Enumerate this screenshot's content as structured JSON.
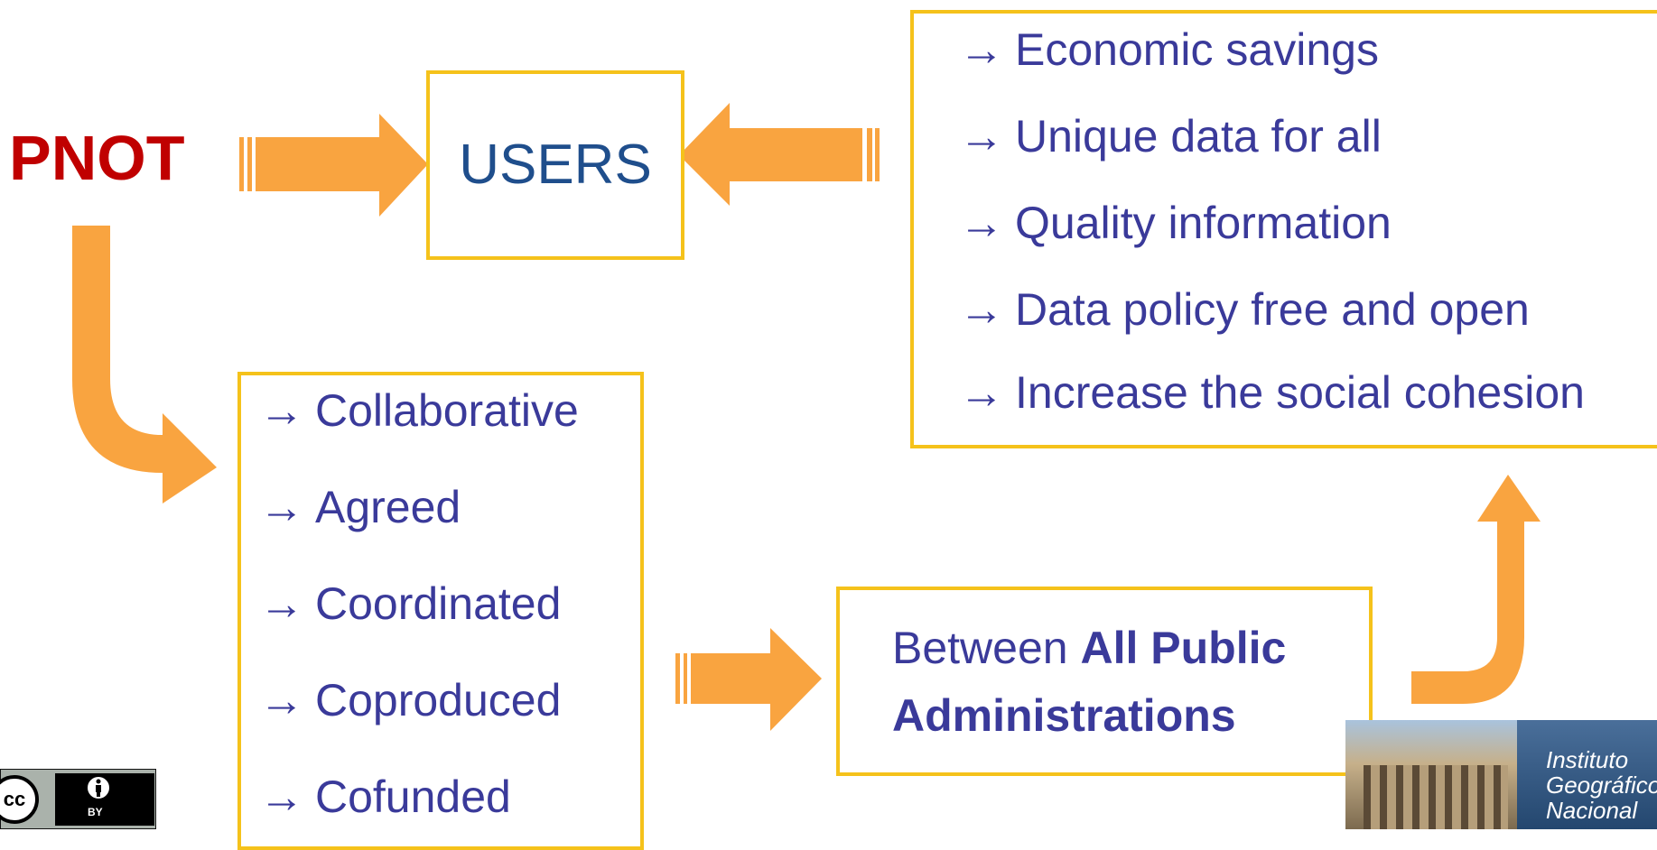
{
  "source": "PNOT",
  "target": "USERS",
  "arrow_glyph": "→",
  "characteristics": [
    "Collaborative",
    "Agreed",
    "Coordinated",
    "Coproduced",
    "Cofunded"
  ],
  "benefits": [
    "Economic savings",
    "Unique data for all",
    "Quality information",
    "Data policy free and open",
    "Increase the social cohesion"
  ],
  "between": {
    "prefix": "Between",
    "strong_line1": "All Public",
    "strong_line2": "Administrations"
  },
  "license": {
    "cc": "cc",
    "by": "BY"
  },
  "logo": {
    "line1": "Instituto",
    "line2": "Geográfico",
    "line3": "Nacional"
  },
  "colors": {
    "arrow": "#f9a440",
    "box_border": "#f5c21b",
    "title": "#c00000",
    "text": "#3a3a9a",
    "users": "#1f4e8c"
  }
}
